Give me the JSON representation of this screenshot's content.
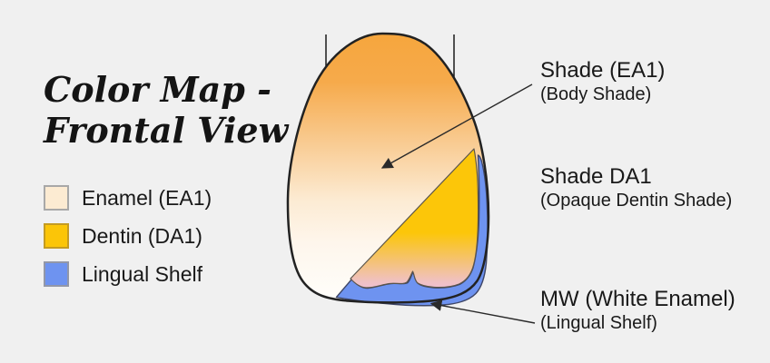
{
  "title": {
    "line1": "Color Map -",
    "line2": "Frontal View"
  },
  "legend": {
    "items": [
      {
        "label": "Enamel (EA1)",
        "color": "#fcebd2"
      },
      {
        "label": "Dentin (DA1)",
        "color": "#fbc508"
      },
      {
        "label": "Lingual Shelf",
        "color": "#6e93f0"
      }
    ]
  },
  "annotations": [
    {
      "label": "Shade (EA1)",
      "sublabel": "(Body Shade)"
    },
    {
      "label": "Shade DA1",
      "sublabel": "(Opaque Dentin Shade)"
    },
    {
      "label": "MW (White Enamel)",
      "sublabel": "(Lingual Shelf)"
    }
  ],
  "diagram": {
    "subject": "tooth-frontal-view",
    "regions": [
      {
        "name": "body-enamel",
        "shade": "EA1",
        "fill": "gradient orange #f6a63d to white #fffefb"
      },
      {
        "name": "opaque-dentin",
        "shade": "DA1",
        "fill": "gradient yellow #fcc609 to pink #efc0d2"
      },
      {
        "name": "lingual-shelf",
        "shade": "MW",
        "fill": "#6e93f0"
      }
    ]
  },
  "colors": {
    "background": "#f0f0f0",
    "outline": "#222222",
    "enamel_top": "#f6a63d",
    "enamel_bottom": "#fffefb",
    "dentin_yellow": "#fcc609",
    "dentin_pink": "#efc0d2",
    "shelf_blue": "#6e93f0",
    "text": "#191919"
  }
}
